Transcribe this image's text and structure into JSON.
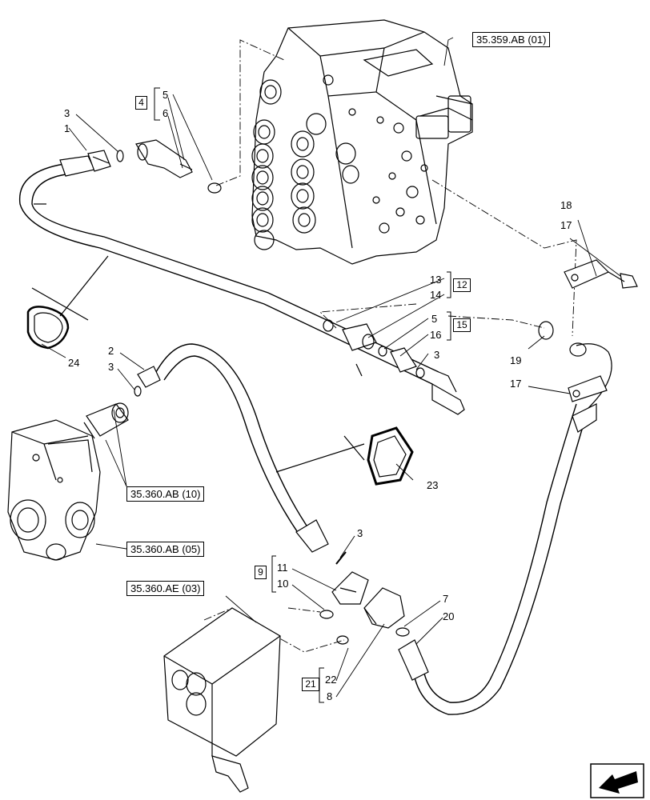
{
  "references": {
    "r1": "35.359.AB (01)",
    "r2": "35.360.AB (10)",
    "r3": "35.360.AB (05)",
    "r4": "35.360.AE (03)"
  },
  "groups": {
    "g4": "4",
    "g12": "12",
    "g15": "15",
    "g9": "9",
    "g21": "21"
  },
  "callouts": {
    "c1": "1",
    "c2": "2",
    "c3a": "3",
    "c3b": "3",
    "c3c": "3",
    "c3d": "3",
    "c5a": "5",
    "c5b": "5",
    "c6": "6",
    "c7": "7",
    "c8": "8",
    "c10": "10",
    "c11": "11",
    "c13": "13",
    "c14": "14",
    "c16": "16",
    "c17a": "17",
    "c17b": "17",
    "c18": "18",
    "c19": "19",
    "c20": "20",
    "c22": "22",
    "c23": "23",
    "c24": "24"
  },
  "icons": [
    "arrow-icon"
  ]
}
